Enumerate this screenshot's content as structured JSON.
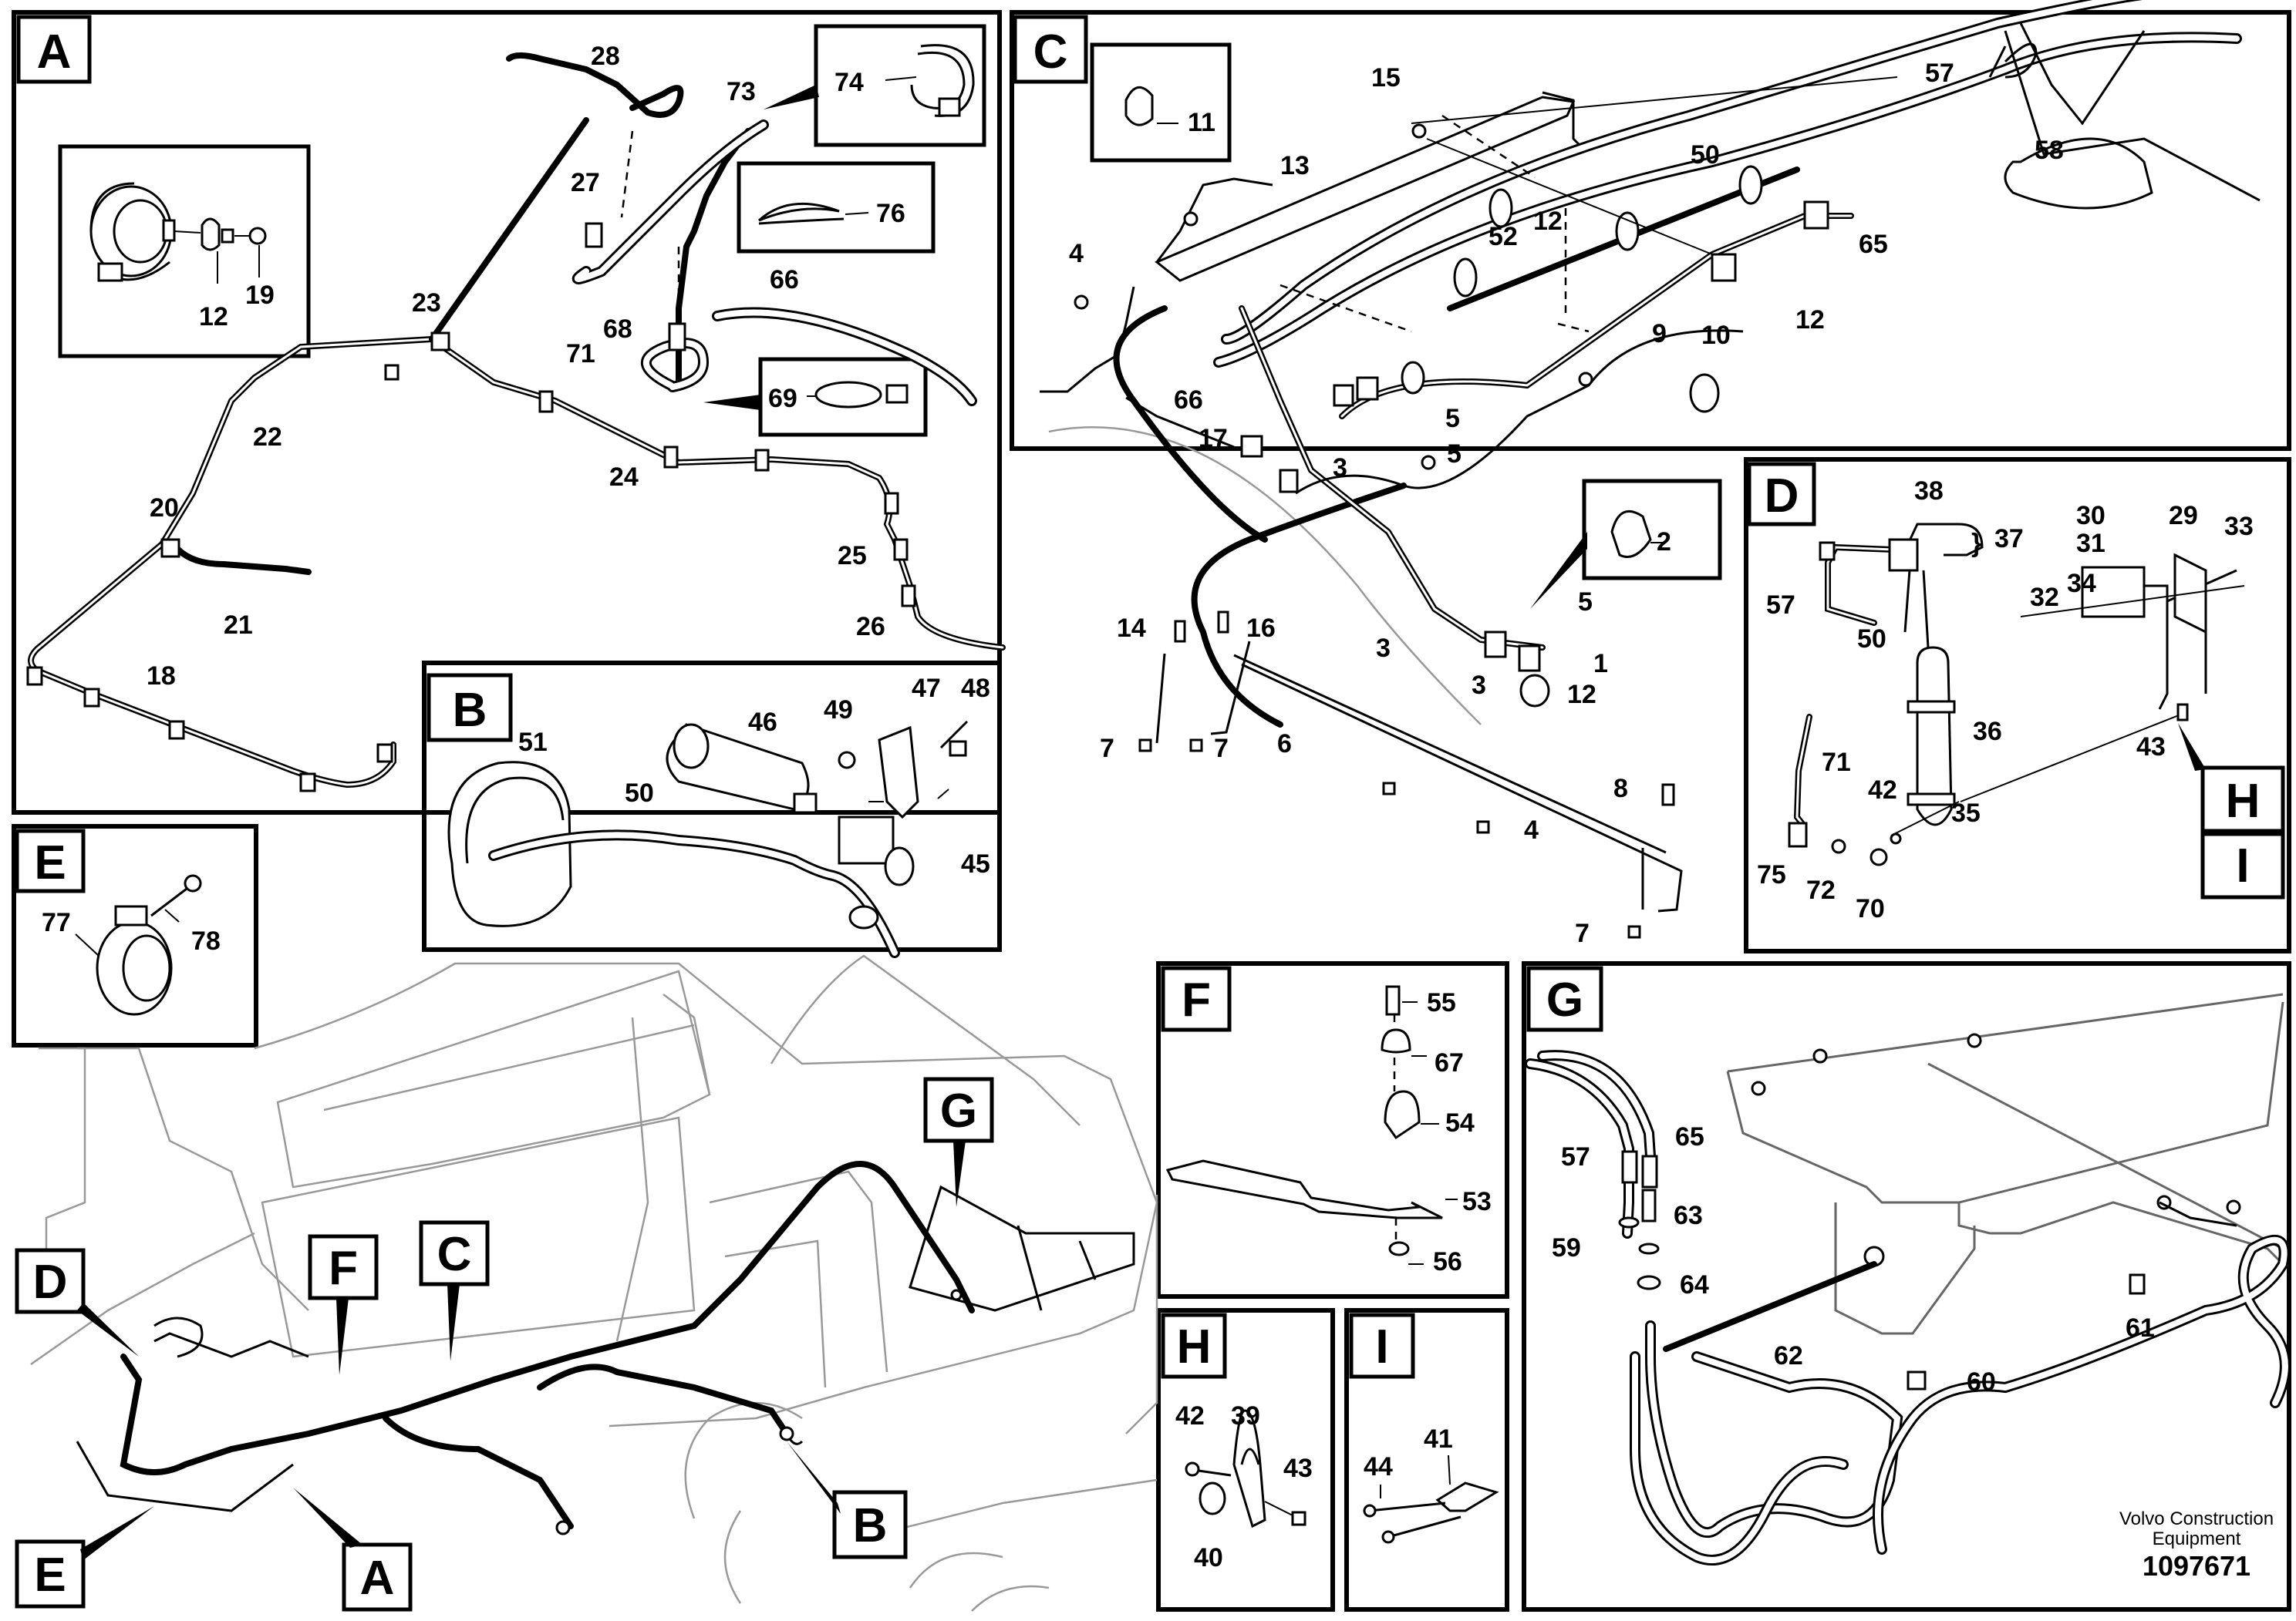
{
  "panels": {
    "A": {
      "label": "A",
      "parts": [
        "28",
        "73",
        "74",
        "76",
        "27",
        "12",
        "19",
        "23",
        "66",
        "68",
        "71",
        "69",
        "22",
        "20",
        "21",
        "24",
        "25",
        "26",
        "18"
      ]
    },
    "B": {
      "label": "B",
      "parts": [
        "51",
        "46",
        "47",
        "48",
        "49",
        "50",
        "45"
      ]
    },
    "C": {
      "label": "C",
      "parts": [
        "11",
        "15",
        "57",
        "13",
        "50",
        "58",
        "52",
        "65",
        "4",
        "9",
        "10",
        "12",
        "66",
        "17",
        "5",
        "3",
        "2",
        "14",
        "16",
        "1",
        "7",
        "6",
        "8"
      ]
    },
    "D": {
      "label": "D",
      "parts": [
        "38",
        "37",
        "30",
        "31",
        "29",
        "33",
        "57",
        "32",
        "34",
        "50",
        "36",
        "71",
        "43",
        "42",
        "35",
        "75",
        "72",
        "70"
      ]
    },
    "E": {
      "label": "E",
      "parts": [
        "77",
        "78"
      ]
    },
    "F": {
      "label": "F",
      "parts": [
        "55",
        "67",
        "54",
        "53",
        "56"
      ]
    },
    "G": {
      "label": "G",
      "parts": [
        "57",
        "65",
        "63",
        "59",
        "64",
        "62",
        "61",
        "60"
      ]
    },
    "H": {
      "label": "H",
      "parts": [
        "42",
        "39",
        "43",
        "40"
      ]
    },
    "I": {
      "label": "I",
      "parts": [
        "44",
        "41"
      ]
    },
    "HI_tags": [
      "H",
      "I"
    ],
    "overview_tags": [
      "D",
      "F",
      "C",
      "G",
      "E",
      "A",
      "B"
    ]
  },
  "footer": {
    "brand_line1": "Volvo Construction",
    "brand_line2": "Equipment",
    "drawing_number": "1097671"
  }
}
